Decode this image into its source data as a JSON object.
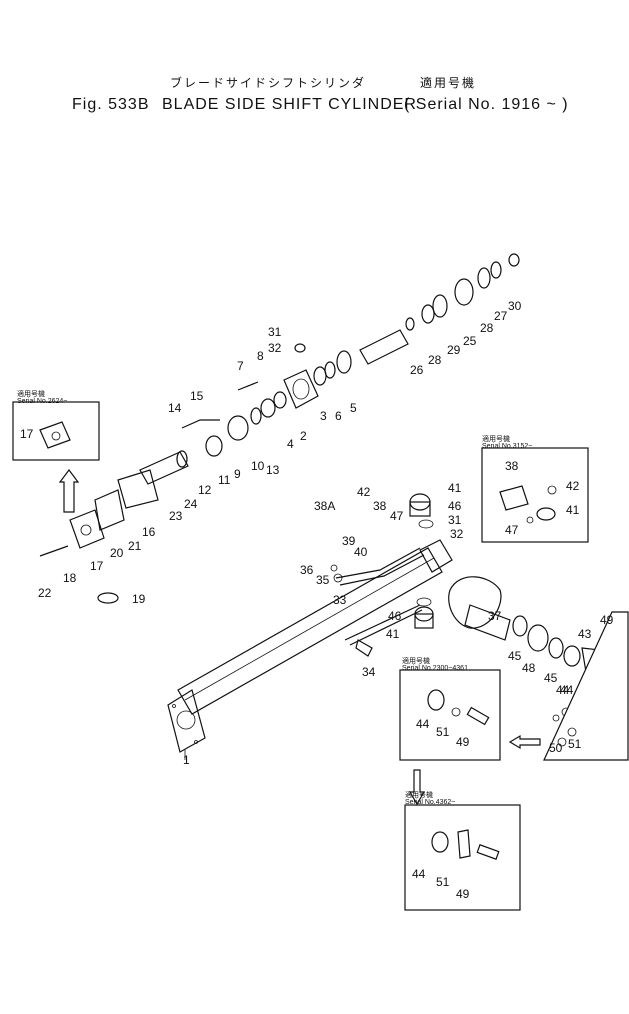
{
  "title": {
    "jp_left": "ブレードサイドシフトシリンダ",
    "jp_right": "適用号機",
    "fig": "Fig. 533B",
    "name": "BLADE SIDE SHIFT CYLINDER",
    "serial": "( Serial No. 1916 ~ )"
  },
  "insets": [
    {
      "id": "inset-2624",
      "jp": "適用号機",
      "serial": "Serial No.2624~",
      "parts": [
        "17"
      ]
    },
    {
      "id": "inset-3152",
      "jp": "適用号機",
      "serial": "Serial No.3152~",
      "parts": [
        "38",
        "42",
        "47",
        "41"
      ]
    },
    {
      "id": "inset-2300",
      "jp": "適用号機",
      "serial": "Serial No.2300~4361",
      "parts": [
        "44",
        "51",
        "49"
      ]
    },
    {
      "id": "inset-4362",
      "jp": "適用号機",
      "serial": "Serial No.4362~",
      "parts": [
        "44",
        "51",
        "49"
      ]
    }
  ],
  "callouts": [
    "1",
    "2",
    "3",
    "4",
    "5",
    "6",
    "7",
    "8",
    "9",
    "10",
    "11",
    "12",
    "13",
    "14",
    "15",
    "16",
    "17",
    "18",
    "19",
    "20",
    "21",
    "22",
    "23",
    "24",
    "25",
    "26",
    "27",
    "28",
    "28",
    "29",
    "30",
    "31",
    "32",
    "33",
    "34",
    "35",
    "36",
    "37",
    "38",
    "38A",
    "39",
    "40",
    "41",
    "41",
    "42",
    "44",
    "45",
    "45",
    "46",
    "46",
    "47",
    "48",
    "49",
    "50",
    "51",
    "31",
    "32",
    "43",
    "44"
  ]
}
